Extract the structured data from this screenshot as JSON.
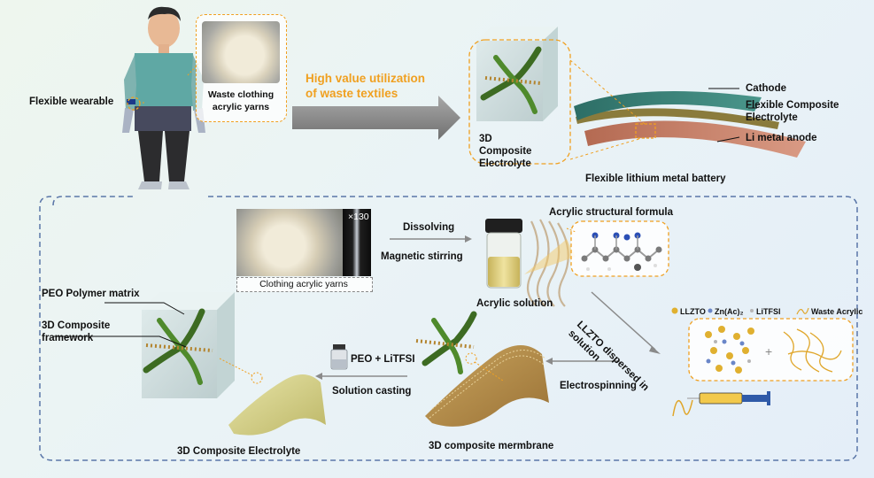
{
  "title": "",
  "top": {
    "flexible_wearable": "Flexible wearable",
    "waste_yarns_label": "Waste clothing acrylic yarns",
    "high_value": "High value utilization of waste textiles",
    "composite_electrolyte": "3D Composite Electrolyte",
    "cathode": "Cathode",
    "flexible_composite_electrolyte": "Flexible Composite Electrolyte",
    "li_metal_anode": "Li metal anode",
    "battery_caption": "Flexible lithium metal battery"
  },
  "process": {
    "magnification": "×130",
    "clothing_yarns": "Clothing acrylic yarns",
    "dissolving": "Dissolving",
    "magnetic_stirring": "Magnetic stirring",
    "acrylic_formula": "Acrylic structural formula",
    "acrylic_solution": "Acrylic solution",
    "llzto_dispersed": "LLZTO dispersed in solution",
    "legend_llzto": "LLZTO",
    "legend_znac": "Zn(Ac)₂",
    "legend_litfsi": "LiTFSI",
    "legend_waste": "Waste Acrylic",
    "electrospinning": "Electrospinning",
    "membrane": "3D composite mermbrane",
    "peo_litfsi": "PEO + LiTFSI",
    "solution_casting": "Solution casting",
    "peo_matrix": "PEO Polymer matrix",
    "framework": "3D Composite framework",
    "final_electrolyte": "3D Composite Electrolyte"
  },
  "colors": {
    "accent_orange": "#f0a020",
    "dash_blue": "#5a76a8",
    "arrow_gray": "#8a8a8a",
    "fiber_green": "#4a7a2a"
  }
}
